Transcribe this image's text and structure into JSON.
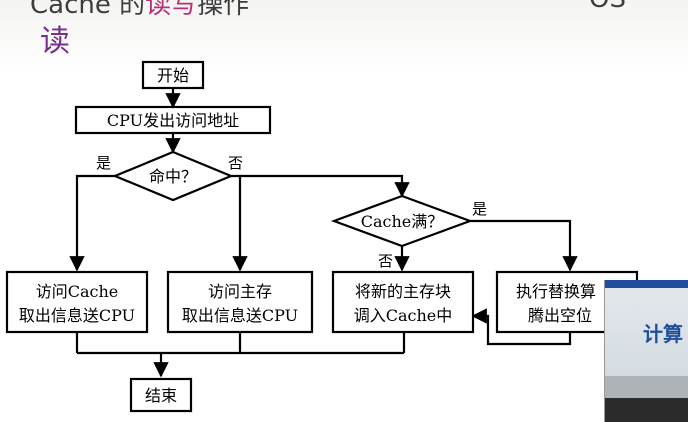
{
  "header": {
    "title_fragment_a": "Cache 的",
    "title_fragment_hl": "读写",
    "title_fragment_b": "操作",
    "corner_fragment": "OS",
    "subtitle": "读"
  },
  "flowchart": {
    "start": "开始",
    "cpu_issue": "CPU发出访问地址",
    "hit_decision": "命中？",
    "hit_yes": "是",
    "hit_no": "否",
    "cache_full_decision": "Cache满？",
    "full_yes": "是",
    "full_no": "否",
    "access_cache_line1": "访问Cache",
    "access_cache_line2": "取出信息送CPU",
    "access_main_line1": "访问主存",
    "access_main_line2": "取出信息送CPU",
    "load_block_line1": "将新的主存块",
    "load_block_line2": "调入Cache中",
    "replace_line1": "执行替换算",
    "replace_line2": "腾出空位",
    "end": "结束"
  },
  "webcam": {
    "sign_text": "计算"
  }
}
